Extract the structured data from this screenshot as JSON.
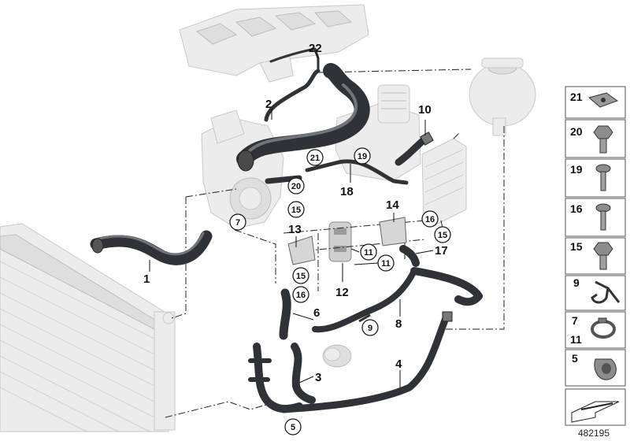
{
  "callouts": {
    "p1": "1",
    "p2": "2",
    "p3": "3",
    "p4": "4",
    "p5": "5",
    "p6": "6",
    "p7": "7",
    "p8": "8",
    "p9": "9",
    "p10": "10",
    "p11a": "11",
    "p11b": "11",
    "p12": "12",
    "p13": "13",
    "p14": "14",
    "p15a": "15",
    "p15b": "15",
    "p15c": "15",
    "p16a": "16",
    "p16b": "16",
    "p17": "17",
    "p18": "18",
    "p19": "19",
    "p20": "20",
    "p21": "21",
    "p22": "22"
  },
  "legend": [
    {
      "label": "21",
      "icon": "clip-nut-icon"
    },
    {
      "label": "20",
      "icon": "hex-bolt-icon"
    },
    {
      "label": "19",
      "icon": "torx-screw-icon"
    },
    {
      "label": "16",
      "icon": "torx-screw-icon"
    },
    {
      "label": "15",
      "icon": "hex-bolt-icon"
    },
    {
      "label": "9",
      "icon": "hose-holder-icon"
    },
    {
      "label": "7\n11",
      "label_top": "7",
      "label_bottom": "11",
      "icon": "hose-clamp-icon"
    },
    {
      "label": "5",
      "icon": "spring-clamp-icon"
    },
    {
      "label": "",
      "icon": "arrow-icon"
    }
  ],
  "diagram_id": "482195"
}
